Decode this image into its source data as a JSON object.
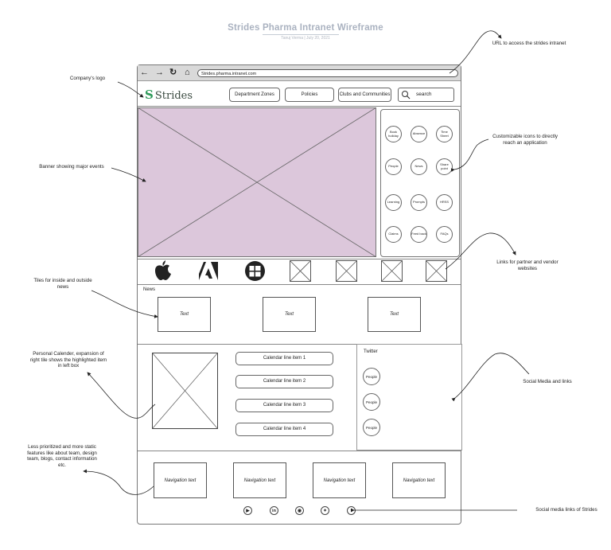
{
  "header": {
    "title": "Strides Pharma Intranet Wireframe",
    "subtitle": "Tanuj Verma  |  July 20, 2021"
  },
  "browser": {
    "url": "Strides.pharma.intranet.com",
    "icons": [
      "back-icon",
      "forward-icon",
      "refresh-icon",
      "home-icon"
    ]
  },
  "site_header": {
    "logo_text": "Strides",
    "nav": [
      "Department Zones",
      "Policies",
      "Clubs and Communities"
    ],
    "search_placeholder": "search"
  },
  "app_icons": [
    "Book holiday",
    "Absence",
    "Time Sheet",
    "People",
    "News",
    "Share point",
    "Learning",
    "Prompts",
    "HRSS",
    "Claims",
    "Feed back",
    "FAQs"
  ],
  "partners": [
    "apple-logo",
    "adobe-logo",
    "windows-logo",
    "placeholder",
    "placeholder",
    "placeholder",
    "placeholder"
  ],
  "news": {
    "label": "News",
    "tiles": [
      "Text",
      "Text",
      "Text"
    ]
  },
  "calendar": {
    "items": [
      "Calendar line item 1",
      "Calendar line item 2",
      "Calendar line item 3",
      "Calendar line item 4"
    ]
  },
  "twitter": {
    "label": "Twitter",
    "people": [
      "People",
      "People",
      "People"
    ]
  },
  "footer": {
    "nav": [
      "Navigation text",
      "Navigation text",
      "Navigation text",
      "Navigation text"
    ],
    "social": [
      "youtube-icon",
      "linkedin-icon",
      "instagram-icon",
      "twitter-icon",
      "facebook-icon"
    ]
  },
  "annotations": {
    "url": "URL to access the strides intranet",
    "logo": "Company's logo",
    "banner": "Banner showing major events",
    "icons": "Customizable icons to directly reach an application",
    "partners": "Links for partner and vendor websites",
    "tiles": "Tiles for inside and outside news",
    "calendar": "Personal Calender, expansion of right tile shows the highlighted item in left box",
    "social_media": "Social Media and links",
    "static": "Less prioritized and more static features like about team, design team, blogs, contact information etc.",
    "social_links": "Social media links of Strides"
  },
  "colors": {
    "banner": "#dcc7db",
    "logo_green": "#2f9a5a",
    "title": "#aab2c0"
  }
}
